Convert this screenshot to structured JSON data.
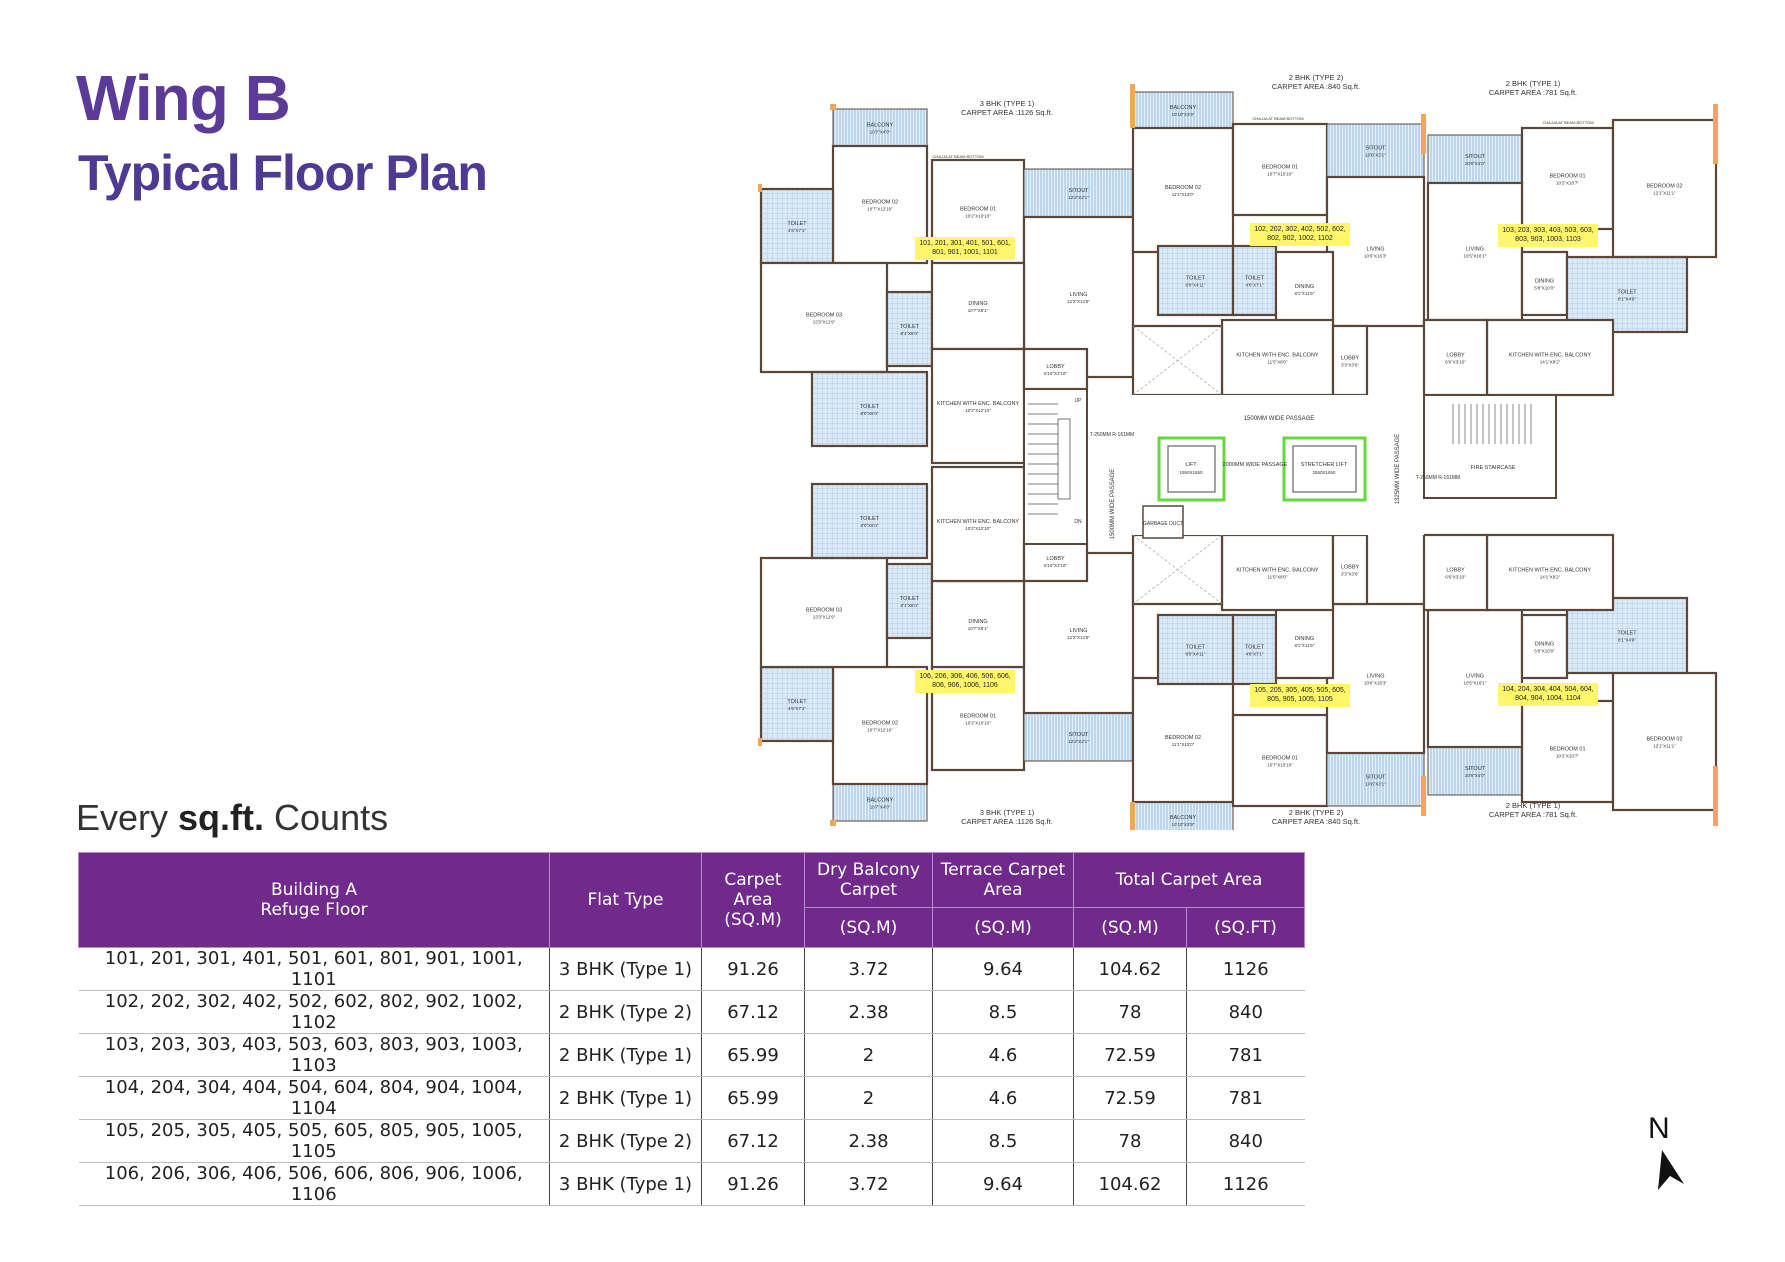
{
  "title": {
    "line1": "Wing B",
    "line2": "Typical Floor Plan"
  },
  "tagline": {
    "pre": "Every ",
    "bold": "sq.ft.",
    "post": " Counts"
  },
  "table": {
    "header": {
      "building": "Building A\nRefuge Floor",
      "flat_type": "Flat Type",
      "carpet_area": "Carpet Area (SQ.M)",
      "dry_balcony": "Dry Balcony Carpet",
      "terrace": "Terrace Carpet Area",
      "total": "Total Carpet Area",
      "unit_sqm": "(SQ.M)",
      "unit_sqft": "(SQ.FT)"
    },
    "rows": [
      {
        "flats": "101, 201, 301, 401, 501, 601, 801, 901, 1001, 1101",
        "type": "3 BHK (Type 1)",
        "carpet": "91.26",
        "dry_balcony": "3.72",
        "terrace": "9.64",
        "total_sqm": "104.62",
        "total_sqft": "1126"
      },
      {
        "flats": "102, 202, 302, 402, 502, 602, 802, 902, 1002, 1102",
        "type": "2 BHK (Type 2)",
        "carpet": "67.12",
        "dry_balcony": "2.38",
        "terrace": "8.5",
        "total_sqm": "78",
        "total_sqft": "840"
      },
      {
        "flats": "103, 203, 303, 403, 503, 603, 803, 903, 1003, 1103",
        "type": "2 BHK (Type 1)",
        "carpet": "65.99",
        "dry_balcony": "2",
        "terrace": "4.6",
        "total_sqm": "72.59",
        "total_sqft": "781"
      },
      {
        "flats": "104, 204, 304, 404, 504, 604, 804, 904, 1004, 1104",
        "type": "2 BHK (Type 1)",
        "carpet": "65.99",
        "dry_balcony": "2",
        "terrace": "4.6",
        "total_sqm": "72.59",
        "total_sqft": "781"
      },
      {
        "flats": "105, 205, 305, 405, 505, 605, 805, 905, 1005, 1105",
        "type": "2 BHK (Type 2)",
        "carpet": "67.12",
        "dry_balcony": "2.38",
        "terrace": "8.5",
        "total_sqm": "78",
        "total_sqft": "840"
      },
      {
        "flats": "106, 206, 306, 406, 506, 606, 806, 906, 1006, 1106",
        "type": "3 BHK (Type 1)",
        "carpet": "91.26",
        "dry_balcony": "3.72",
        "terrace": "9.64",
        "total_sqm": "104.62",
        "total_sqft": "1126"
      }
    ]
  },
  "plan": {
    "units": [
      {
        "type_label": "3 BHK (TYPE 1)",
        "area_label": "CARPET  AREA :1126 Sq.ft.",
        "flats_top": "101, 201, 301, 401, 501, 601, 801, 901, 1001, 1101",
        "flats_bottom": "106, 206, 306, 406, 506, 606, 806, 906, 1006, 1106",
        "rooms": [
          {
            "name": "BALCONY",
            "size": "10'7\"X4'0\""
          },
          {
            "name": "BEDROOM 02",
            "size": "10'7\"X12'10\""
          },
          {
            "name": "TOILET",
            "size": "4'6\"X7'1\""
          },
          {
            "name": "BEDROOM 01",
            "size": "10'2\"X10'10\""
          },
          {
            "name": "SITOUT",
            "size": "12'2\"X3'1\""
          },
          {
            "name": "LIVING",
            "size": "12'2\"X14'9\""
          },
          {
            "name": "BEDROOM 03",
            "size": "13'3\"X11'9\""
          },
          {
            "name": "TOILET",
            "size": "8'1\"X5'0\""
          },
          {
            "name": "DINING",
            "size": "10'7\"X8'1\""
          },
          {
            "name": "TOILET",
            "size": "8'0\"X5'0\""
          },
          {
            "name": "KITCHEN WITH ENC. BALCONY",
            "size": "10'2\"X12'10\""
          },
          {
            "name": "LOBBY",
            "size": "6'10\"X3'10\""
          }
        ]
      },
      {
        "type_label": "2 BHK (TYPE 2)",
        "area_label": "CARPET  AREA :840 Sq.ft.",
        "flats_top": "102, 202, 302, 402, 502, 602, 802, 902, 1002, 1102",
        "flats_bottom": "105, 205, 305, 405, 505, 605, 805, 905, 1005, 1105",
        "rooms": [
          {
            "name": "BALCONY",
            "size": "10'10\"X3'9\""
          },
          {
            "name": "BEDROOM 02",
            "size": "11'1\"X13'0\""
          },
          {
            "name": "BEDROOM 01",
            "size": "10'7\"X10'10\""
          },
          {
            "name": "SITOUT",
            "size": "10'6\"X3'1\""
          },
          {
            "name": "LIVING",
            "size": "10'6\"X16'3\""
          },
          {
            "name": "TOILET",
            "size": "8'0\"X4'11\""
          },
          {
            "name": "TOILET",
            "size": "4'6\"X7'1\""
          },
          {
            "name": "DINING",
            "size": "8'1\"X11'5\""
          },
          {
            "name": "KITCHEN WITH ENC. BALCONY",
            "size": "11'5\"X8'0\""
          },
          {
            "name": "LOBBY",
            "size": "3'3\"X3'6\""
          }
        ]
      },
      {
        "type_label": "2 BHK (TYPE 1)",
        "area_label": "CARPET  AREA :781 Sq.ft.",
        "flats_top": "103, 203, 303, 403, 503, 603, 803, 903, 1003, 1103",
        "flats_bottom": "104, 204, 304, 404, 504, 604, 804, 904, 1004, 1104",
        "rooms": [
          {
            "name": "SITOUT",
            "size": "10'6\"X4'0\""
          },
          {
            "name": "BEDROOM 01",
            "size": "10'2\"X10'7\""
          },
          {
            "name": "BEDROOM 02",
            "size": "12'1\"X11'1\""
          },
          {
            "name": "LIVING",
            "size": "10'5\"X16'1\""
          },
          {
            "name": "DINING",
            "size": "5'8\"X10'0\""
          },
          {
            "name": "TOILET",
            "size": "8'1\"X4'6\""
          },
          {
            "name": "KITCHEN WITH ENC. BALCONY",
            "size": "14'1\"X8'2\""
          },
          {
            "name": "LOBBY",
            "size": "6'6\"X3'10\""
          }
        ]
      }
    ],
    "core": {
      "passage_h": "1500MM WIDE PASSAGE",
      "passage_v_left": "1500MM WIDE PASSAGE",
      "passage_v_right": "1325MM WIDE PASSAGE",
      "passage_mid": "2000MM WIDE PASSAGE",
      "lift": "LIFT",
      "lift_size": "1950X1650",
      "stretcher_lift": "STRETCHER LIFT",
      "stretcher_size": "2550X1650",
      "fire_staircase": "FIRE STAIRCASE",
      "garbage_duct": "GARBAGE DUCT",
      "stair_note": "T-250MM R-161MM",
      "up": "UP",
      "dn": "DN",
      "chajja": "CHAJJA AT BEAM BOTTOM"
    },
    "colors": {
      "wall": "#5b4637",
      "wall_end": "#f2a65a",
      "hatch": "#7fb2dc",
      "highlight": "#fff66a",
      "lift_border": "#63d93a"
    }
  },
  "north": {
    "label": "N"
  }
}
